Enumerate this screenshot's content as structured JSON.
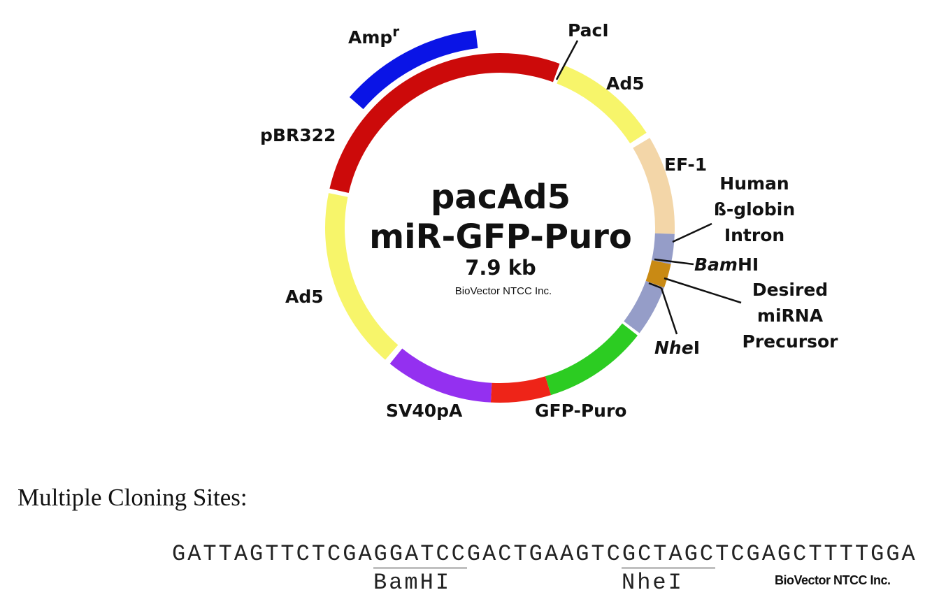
{
  "plasmid": {
    "name": "pacAd5",
    "subtitle": "miR-GFP-Puro",
    "size": "7.9 kb",
    "credit": "BioVector NTCC Inc."
  },
  "features": {
    "ampr": {
      "label": "Amp",
      "sup": "r",
      "color": "#0a14e6"
    },
    "pbr322": {
      "label": "pBR322",
      "color": "#cc0a0a"
    },
    "paci": {
      "label": "PacI"
    },
    "ad5_top": {
      "label": "Ad5",
      "color": "#f7f56a"
    },
    "ef1": {
      "label": "EF-1",
      "color": "#f3d6a8"
    },
    "globin": {
      "lines": [
        "Human",
        "ß-globin",
        "Intron"
      ],
      "color": "#959dc8"
    },
    "bamhi": {
      "italic": "Bam",
      "rest": "HI"
    },
    "mirna": {
      "lines": [
        "Desired",
        "miRNA",
        "Precursor"
      ],
      "color": "#c98a14"
    },
    "nhei": {
      "italic": "Nhe",
      "rest": "I"
    },
    "gfp_green": {
      "color": "#2ccc22"
    },
    "gfp_red": {
      "color": "#ee2418"
    },
    "gfp_label": "GFP-Puro",
    "sv40": {
      "label": "SV40pA",
      "color": "#9430f0"
    },
    "ad5_left": {
      "label": "Ad5",
      "color": "#f7f56a"
    }
  },
  "mcs": {
    "heading": "Multiple Cloning Sites:",
    "sequence": "GATTAGTTCTCGAGGATCCGACTGAAGTCGCTAGCTCGAGCTTTTGGA",
    "site1": "BamHI",
    "site2": "NheI",
    "credit": "BioVector NTCC Inc."
  }
}
